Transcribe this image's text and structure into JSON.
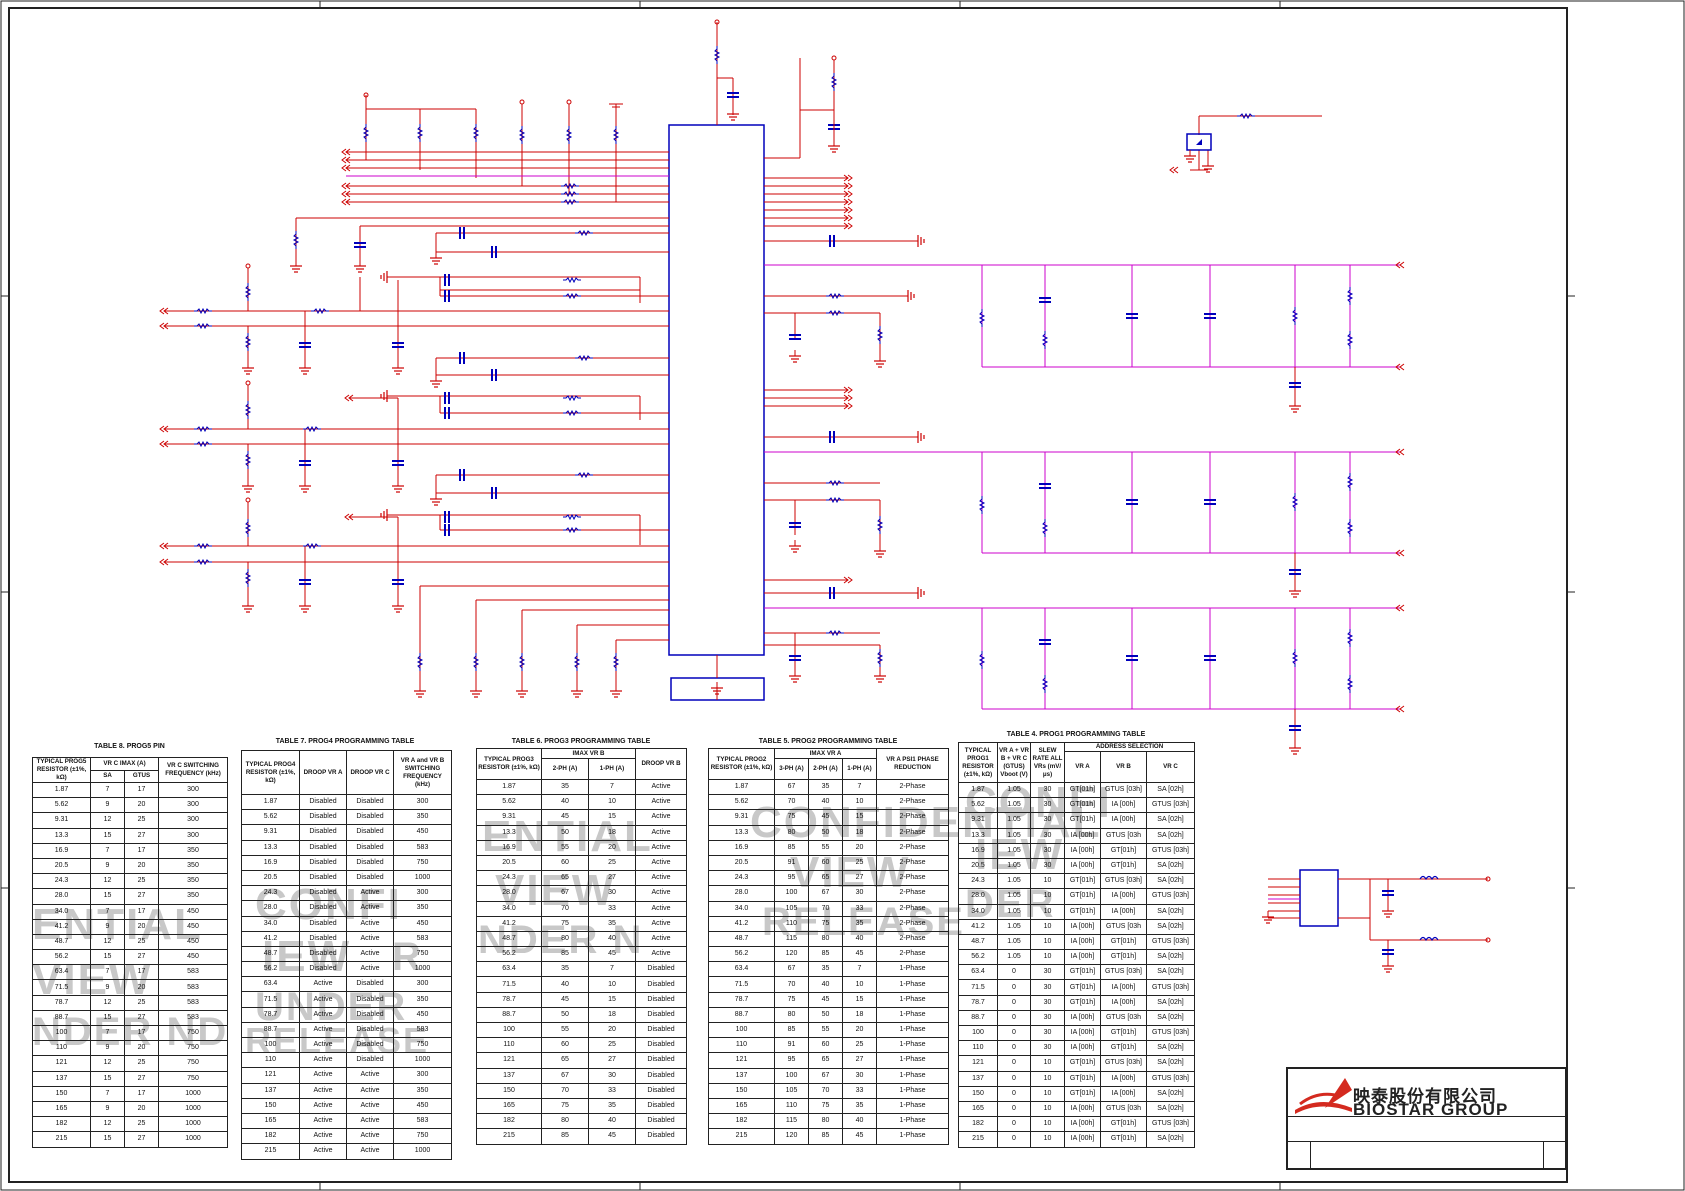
{
  "company": {
    "name_cn": "映泰股份有限公司",
    "name_en": "BIOSTAR GROUP"
  },
  "watermark": {
    "words": [
      "ENTIAL",
      "VIEW",
      "NDER ND",
      "CONFI",
      "IEW",
      "UNDER",
      "RELEASE",
      "R",
      "ENTIAL",
      "VIEW",
      "NDER N",
      "CONFIDENTIAL",
      "VIEW",
      "RELEASE",
      "CONFI",
      "IEW",
      "DER"
    ]
  },
  "tables": {
    "prog5": {
      "caption": "TABLE 8. PROG5 PIN",
      "header": {
        "c1": "TYPICAL PROG5 RESISTOR (±1%, kΩ)",
        "imax": "VR C IMAX (A)",
        "imax_sa": "SA",
        "imax_gtus": "GTUS",
        "freq": "VR C SWITCHING FREQUENCY (kHz)"
      },
      "rows": [
        [
          "1.87",
          "7",
          "17",
          "300"
        ],
        [
          "5.62",
          "9",
          "20",
          "300"
        ],
        [
          "9.31",
          "12",
          "25",
          "300"
        ],
        [
          "13.3",
          "15",
          "27",
          "300"
        ],
        [
          "16.9",
          "7",
          "17",
          "350"
        ],
        [
          "20.5",
          "9",
          "20",
          "350"
        ],
        [
          "24.3",
          "12",
          "25",
          "350"
        ],
        [
          "28.0",
          "15",
          "27",
          "350"
        ],
        [
          "34.0",
          "7",
          "17",
          "450"
        ],
        [
          "41.2",
          "9",
          "20",
          "450"
        ],
        [
          "48.7",
          "12",
          "25",
          "450"
        ],
        [
          "56.2",
          "15",
          "27",
          "450"
        ],
        [
          "63.4",
          "7",
          "17",
          "583"
        ],
        [
          "71.5",
          "9",
          "20",
          "583"
        ],
        [
          "78.7",
          "12",
          "25",
          "583"
        ],
        [
          "88.7",
          "15",
          "27",
          "583"
        ],
        [
          "100",
          "7",
          "17",
          "750"
        ],
        [
          "110",
          "9",
          "20",
          "750"
        ],
        [
          "121",
          "12",
          "25",
          "750"
        ],
        [
          "137",
          "15",
          "27",
          "750"
        ],
        [
          "150",
          "7",
          "17",
          "1000"
        ],
        [
          "165",
          "9",
          "20",
          "1000"
        ],
        [
          "182",
          "12",
          "25",
          "1000"
        ],
        [
          "215",
          "15",
          "27",
          "1000"
        ]
      ]
    },
    "prog4": {
      "caption": "TABLE 7. PROG4 PROGRAMMING TABLE",
      "header": [
        "TYPICAL PROG4 RESISTOR (±1%, kΩ)",
        "DROOP VR A",
        "DROOP VR C",
        "VR A and VR B SWITCHING FREQUENCY (kHz)"
      ],
      "rows": [
        [
          "1.87",
          "Disabled",
          "Disabled",
          "300"
        ],
        [
          "5.62",
          "Disabled",
          "Disabled",
          "350"
        ],
        [
          "9.31",
          "Disabled",
          "Disabled",
          "450"
        ],
        [
          "13.3",
          "Disabled",
          "Disabled",
          "583"
        ],
        [
          "16.9",
          "Disabled",
          "Disabled",
          "750"
        ],
        [
          "20.5",
          "Disabled",
          "Disabled",
          "1000"
        ],
        [
          "24.3",
          "Disabled",
          "Active",
          "300"
        ],
        [
          "28.0",
          "Disabled",
          "Active",
          "350"
        ],
        [
          "34.0",
          "Disabled",
          "Active",
          "450"
        ],
        [
          "41.2",
          "Disabled",
          "Active",
          "583"
        ],
        [
          "48.7",
          "Disabled",
          "Active",
          "750"
        ],
        [
          "56.2",
          "Disabled",
          "Active",
          "1000"
        ],
        [
          "63.4",
          "Active",
          "Disabled",
          "300"
        ],
        [
          "71.5",
          "Active",
          "Disabled",
          "350"
        ],
        [
          "78.7",
          "Active",
          "Disabled",
          "450"
        ],
        [
          "88.7",
          "Active",
          "Disabled",
          "583"
        ],
        [
          "100",
          "Active",
          "Disabled",
          "750"
        ],
        [
          "110",
          "Active",
          "Disabled",
          "1000"
        ],
        [
          "121",
          "Active",
          "Active",
          "300"
        ],
        [
          "137",
          "Active",
          "Active",
          "350"
        ],
        [
          "150",
          "Active",
          "Active",
          "450"
        ],
        [
          "165",
          "Active",
          "Active",
          "583"
        ],
        [
          "182",
          "Active",
          "Active",
          "750"
        ],
        [
          "215",
          "Active",
          "Active",
          "1000"
        ]
      ]
    },
    "prog3": {
      "caption": "TABLE 6. PROG3 PROGRAMMING TABLE",
      "header": {
        "c1": "TYPICAL PROG3 RESISTOR (±1%, kΩ)",
        "imax": "IMAX VR B",
        "imax_2ph": "2-PH (A)",
        "imax_1ph": "1-PH (A)",
        "droop": "DROOP VR B"
      },
      "rows": [
        [
          "1.87",
          "35",
          "7",
          "Active"
        ],
        [
          "5.62",
          "40",
          "10",
          "Active"
        ],
        [
          "9.31",
          "45",
          "15",
          "Active"
        ],
        [
          "13.3",
          "50",
          "18",
          "Active"
        ],
        [
          "16.9",
          "55",
          "20",
          "Active"
        ],
        [
          "20.5",
          "60",
          "25",
          "Active"
        ],
        [
          "24.3",
          "65",
          "27",
          "Active"
        ],
        [
          "28.0",
          "67",
          "30",
          "Active"
        ],
        [
          "34.0",
          "70",
          "33",
          "Active"
        ],
        [
          "41.2",
          "75",
          "35",
          "Active"
        ],
        [
          "48.7",
          "80",
          "40",
          "Active"
        ],
        [
          "56.2",
          "85",
          "45",
          "Active"
        ],
        [
          "63.4",
          "35",
          "7",
          "Disabled"
        ],
        [
          "71.5",
          "40",
          "10",
          "Disabled"
        ],
        [
          "78.7",
          "45",
          "15",
          "Disabled"
        ],
        [
          "88.7",
          "50",
          "18",
          "Disabled"
        ],
        [
          "100",
          "55",
          "20",
          "Disabled"
        ],
        [
          "110",
          "60",
          "25",
          "Disabled"
        ],
        [
          "121",
          "65",
          "27",
          "Disabled"
        ],
        [
          "137",
          "67",
          "30",
          "Disabled"
        ],
        [
          "150",
          "70",
          "33",
          "Disabled"
        ],
        [
          "165",
          "75",
          "35",
          "Disabled"
        ],
        [
          "182",
          "80",
          "40",
          "Disabled"
        ],
        [
          "215",
          "85",
          "45",
          "Disabled"
        ]
      ]
    },
    "prog2": {
      "caption": "TABLE 5. PROG2 PROGRAMMING TABLE",
      "header": {
        "c1": "TYPICAL PROG2 RESISTOR (±1%, kΩ)",
        "imax": "IMAX VR A",
        "imax_3ph": "3-PH (A)",
        "imax_2ph": "2-PH (A)",
        "imax_1ph": "1-PH (A)",
        "psi": "VR A PSI1 PHASE REDUCTION"
      },
      "rows": [
        [
          "1.87",
          "67",
          "35",
          "7",
          "2-Phase"
        ],
        [
          "5.62",
          "70",
          "40",
          "10",
          "2-Phase"
        ],
        [
          "9.31",
          "75",
          "45",
          "15",
          "2-Phase"
        ],
        [
          "13.3",
          "80",
          "50",
          "18",
          "2-Phase"
        ],
        [
          "16.9",
          "85",
          "55",
          "20",
          "2-Phase"
        ],
        [
          "20.5",
          "91",
          "60",
          "25",
          "2-Phase"
        ],
        [
          "24.3",
          "95",
          "65",
          "27",
          "2-Phase"
        ],
        [
          "28.0",
          "100",
          "67",
          "30",
          "2-Phase"
        ],
        [
          "34.0",
          "105",
          "70",
          "33",
          "2-Phase"
        ],
        [
          "41.2",
          "110",
          "75",
          "35",
          "2-Phase"
        ],
        [
          "48.7",
          "115",
          "80",
          "40",
          "2-Phase"
        ],
        [
          "56.2",
          "120",
          "85",
          "45",
          "2-Phase"
        ],
        [
          "63.4",
          "67",
          "35",
          "7",
          "1-Phase"
        ],
        [
          "71.5",
          "70",
          "40",
          "10",
          "1-Phase"
        ],
        [
          "78.7",
          "75",
          "45",
          "15",
          "1-Phase"
        ],
        [
          "88.7",
          "80",
          "50",
          "18",
          "1-Phase"
        ],
        [
          "100",
          "85",
          "55",
          "20",
          "1-Phase"
        ],
        [
          "110",
          "91",
          "60",
          "25",
          "1-Phase"
        ],
        [
          "121",
          "95",
          "65",
          "27",
          "1-Phase"
        ],
        [
          "137",
          "100",
          "67",
          "30",
          "1-Phase"
        ],
        [
          "150",
          "105",
          "70",
          "33",
          "1-Phase"
        ],
        [
          "165",
          "110",
          "75",
          "35",
          "1-Phase"
        ],
        [
          "182",
          "115",
          "80",
          "40",
          "1-Phase"
        ],
        [
          "215",
          "120",
          "85",
          "45",
          "1-Phase"
        ]
      ]
    },
    "prog1": {
      "caption": "TABLE 4. PROG1 PROGRAMMING TABLE",
      "header": {
        "c1": "TYPICAL PROG1 RESISTOR (±1%, kΩ)",
        "vboot": "VR A + VR B + VR C (GTUS) Vboot (V)",
        "slew": "SLEW RATE ALL VRs (mV/μs)",
        "addr": "ADDRESS SELECTION",
        "addr_a": "VR A",
        "addr_b": "VR B",
        "addr_c": "VR C"
      },
      "rows": [
        [
          "1.87",
          "1.05",
          "30",
          "GT[01h]",
          "GTUS [03h]",
          "SA [02h]"
        ],
        [
          "5.62",
          "1.05",
          "30",
          "GT[01h]",
          "IA [00h]",
          "GTUS [03h]"
        ],
        [
          "9.31",
          "1.05",
          "30",
          "GT[01h]",
          "IA [00h]",
          "SA [02h]"
        ],
        [
          "13.3",
          "1.05",
          "30",
          "IA [00h]",
          "GTUS [03h",
          "SA [02h]"
        ],
        [
          "16.9",
          "1.05",
          "30",
          "IA [00h]",
          "GT[01h]",
          "GTUS [03h]"
        ],
        [
          "20.5",
          "1.05",
          "30",
          "IA [00h]",
          "GT[01h]",
          "SA [02h]"
        ],
        [
          "24.3",
          "1.05",
          "10",
          "GT[01h]",
          "GTUS [03h]",
          "SA [02h]"
        ],
        [
          "28.0",
          "1.05",
          "10",
          "GT[01h]",
          "IA [00h]",
          "GTUS [03h]"
        ],
        [
          "34.0",
          "1.05",
          "10",
          "GT[01h]",
          "IA [00h]",
          "SA [02h]"
        ],
        [
          "41.2",
          "1.05",
          "10",
          "IA [00h]",
          "GTUS [03h",
          "SA [02h]"
        ],
        [
          "48.7",
          "1.05",
          "10",
          "IA [00h]",
          "GT[01h]",
          "GTUS [03h]"
        ],
        [
          "56.2",
          "1.05",
          "10",
          "IA [00h]",
          "GT[01h]",
          "SA [02h]"
        ],
        [
          "63.4",
          "0",
          "30",
          "GT[01h]",
          "GTUS [03h]",
          "SA [02h]"
        ],
        [
          "71.5",
          "0",
          "30",
          "GT[01h]",
          "IA [00h]",
          "GTUS [03h]"
        ],
        [
          "78.7",
          "0",
          "30",
          "GT[01h]",
          "IA [00h]",
          "SA [02h]"
        ],
        [
          "88.7",
          "0",
          "30",
          "IA [00h]",
          "GTUS [03h",
          "SA [02h]"
        ],
        [
          "100",
          "0",
          "30",
          "IA [00h]",
          "GT[01h]",
          "GTUS [03h]"
        ],
        [
          "110",
          "0",
          "30",
          "IA [00h]",
          "GT[01h]",
          "SA [02h]"
        ],
        [
          "121",
          "0",
          "10",
          "GT[01h]",
          "GTUS [03h]",
          "SA [02h]"
        ],
        [
          "137",
          "0",
          "10",
          "GT[01h]",
          "IA [00h]",
          "GTUS [03h]"
        ],
        [
          "150",
          "0",
          "10",
          "GT[01h]",
          "IA [00h]",
          "SA [02h]"
        ],
        [
          "165",
          "0",
          "10",
          "IA [00h]",
          "GTUS [03h",
          "SA [02h]"
        ],
        [
          "182",
          "0",
          "10",
          "IA [00h]",
          "GT[01h]",
          "GTUS [03h]"
        ],
        [
          "215",
          "0",
          "10",
          "IA [00h]",
          "GT[01h]",
          "SA [02h]"
        ]
      ]
    }
  },
  "colors": {
    "wire": "#cc0000",
    "net_magenta": "#cc00cc",
    "component": "#0000bb",
    "frame": "#222222",
    "ground": "#cc0000",
    "logo_red": "#d42a1f"
  },
  "icons": [
    "ground-symbol-icon",
    "resistor-icon",
    "capacitor-icon",
    "offpage-connector-icon",
    "mosfet-icon",
    "inductor-icon",
    "biostar-logo-icon"
  ]
}
